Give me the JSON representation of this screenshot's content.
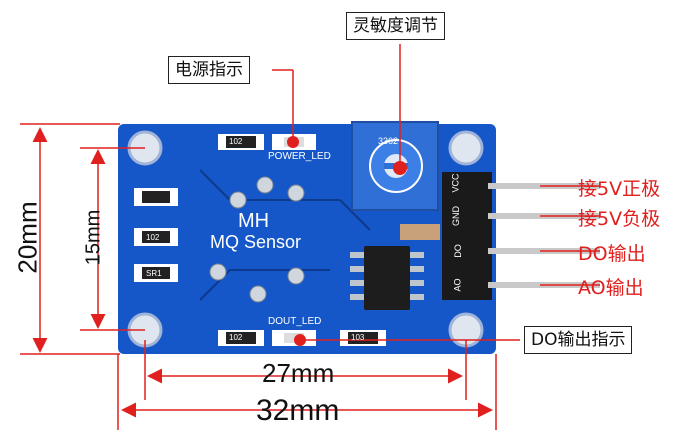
{
  "callouts": {
    "sensitivity": "灵敏度调节",
    "power_indicator": "电源指示",
    "do_output_indicator": "DO输出指示"
  },
  "pin_labels": [
    "接5V正极",
    "接5V负极",
    "DO输出",
    "AO输出"
  ],
  "dimensions": {
    "height_outer": "20mm",
    "height_inner": "15mm",
    "width_inner": "27mm",
    "width_outer": "32mm"
  },
  "board": {
    "title": "MH",
    "subtitle": "MQ Sensor",
    "power_led_label": "POWER_LED",
    "dout_led_label": "DOUT_LED",
    "resistor_codes": [
      "102",
      "102",
      "SR1",
      "102",
      "103"
    ],
    "pin_silkscreen": [
      "VCC",
      "GND",
      "DO",
      "AO"
    ],
    "pot_code": "3362"
  },
  "colors": {
    "board": "#1557c8",
    "label_red": "#e0201e",
    "pot_blue": "#2f6fd6"
  }
}
